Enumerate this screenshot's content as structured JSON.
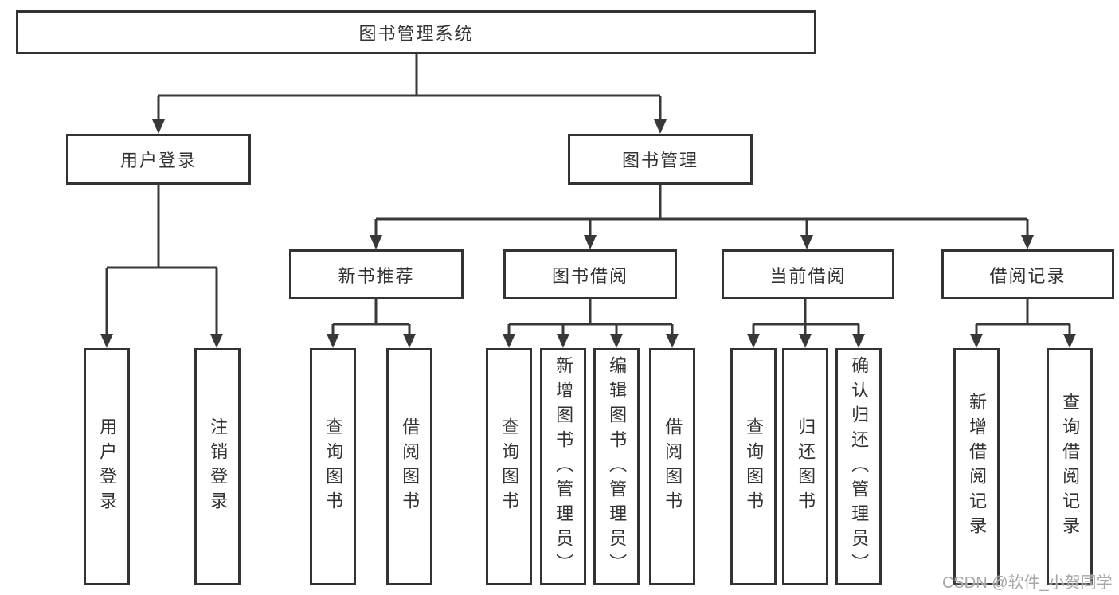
{
  "diagram": {
    "root": {
      "label": "图书管理系统"
    },
    "user_login": {
      "label": "用户登录",
      "children": [
        {
          "label": "用户登录"
        },
        {
          "label": "注销登录"
        }
      ]
    },
    "book_management": {
      "label": "图书管理",
      "new_book": {
        "label": "新书推荐",
        "children": [
          {
            "label": "查询图书"
          },
          {
            "label": "借阅图书"
          }
        ]
      },
      "book_borrow": {
        "label": "图书借阅",
        "children": [
          {
            "label": "查询图书"
          },
          {
            "label": "新增图书（管理员）"
          },
          {
            "label": "编辑图书（管理员）"
          },
          {
            "label": "借阅图书"
          }
        ]
      },
      "current_borrow": {
        "label": "当前借阅",
        "children": [
          {
            "label": "查询图书"
          },
          {
            "label": "归还图书"
          },
          {
            "label": "确认归还（管理员）"
          }
        ]
      },
      "borrow_records": {
        "label": "借阅记录",
        "children": [
          {
            "label": "新增借阅记录"
          },
          {
            "label": "查询借阅记录"
          }
        ]
      }
    }
  },
  "watermark": {
    "text": "CSDN @软件_小贺同学"
  },
  "colors": {
    "line": "#383838",
    "box_border": "#333333",
    "box_fill": "#ffffff",
    "text": "#333333",
    "watermark": "#a6a6a6",
    "background": "#ffffff"
  }
}
